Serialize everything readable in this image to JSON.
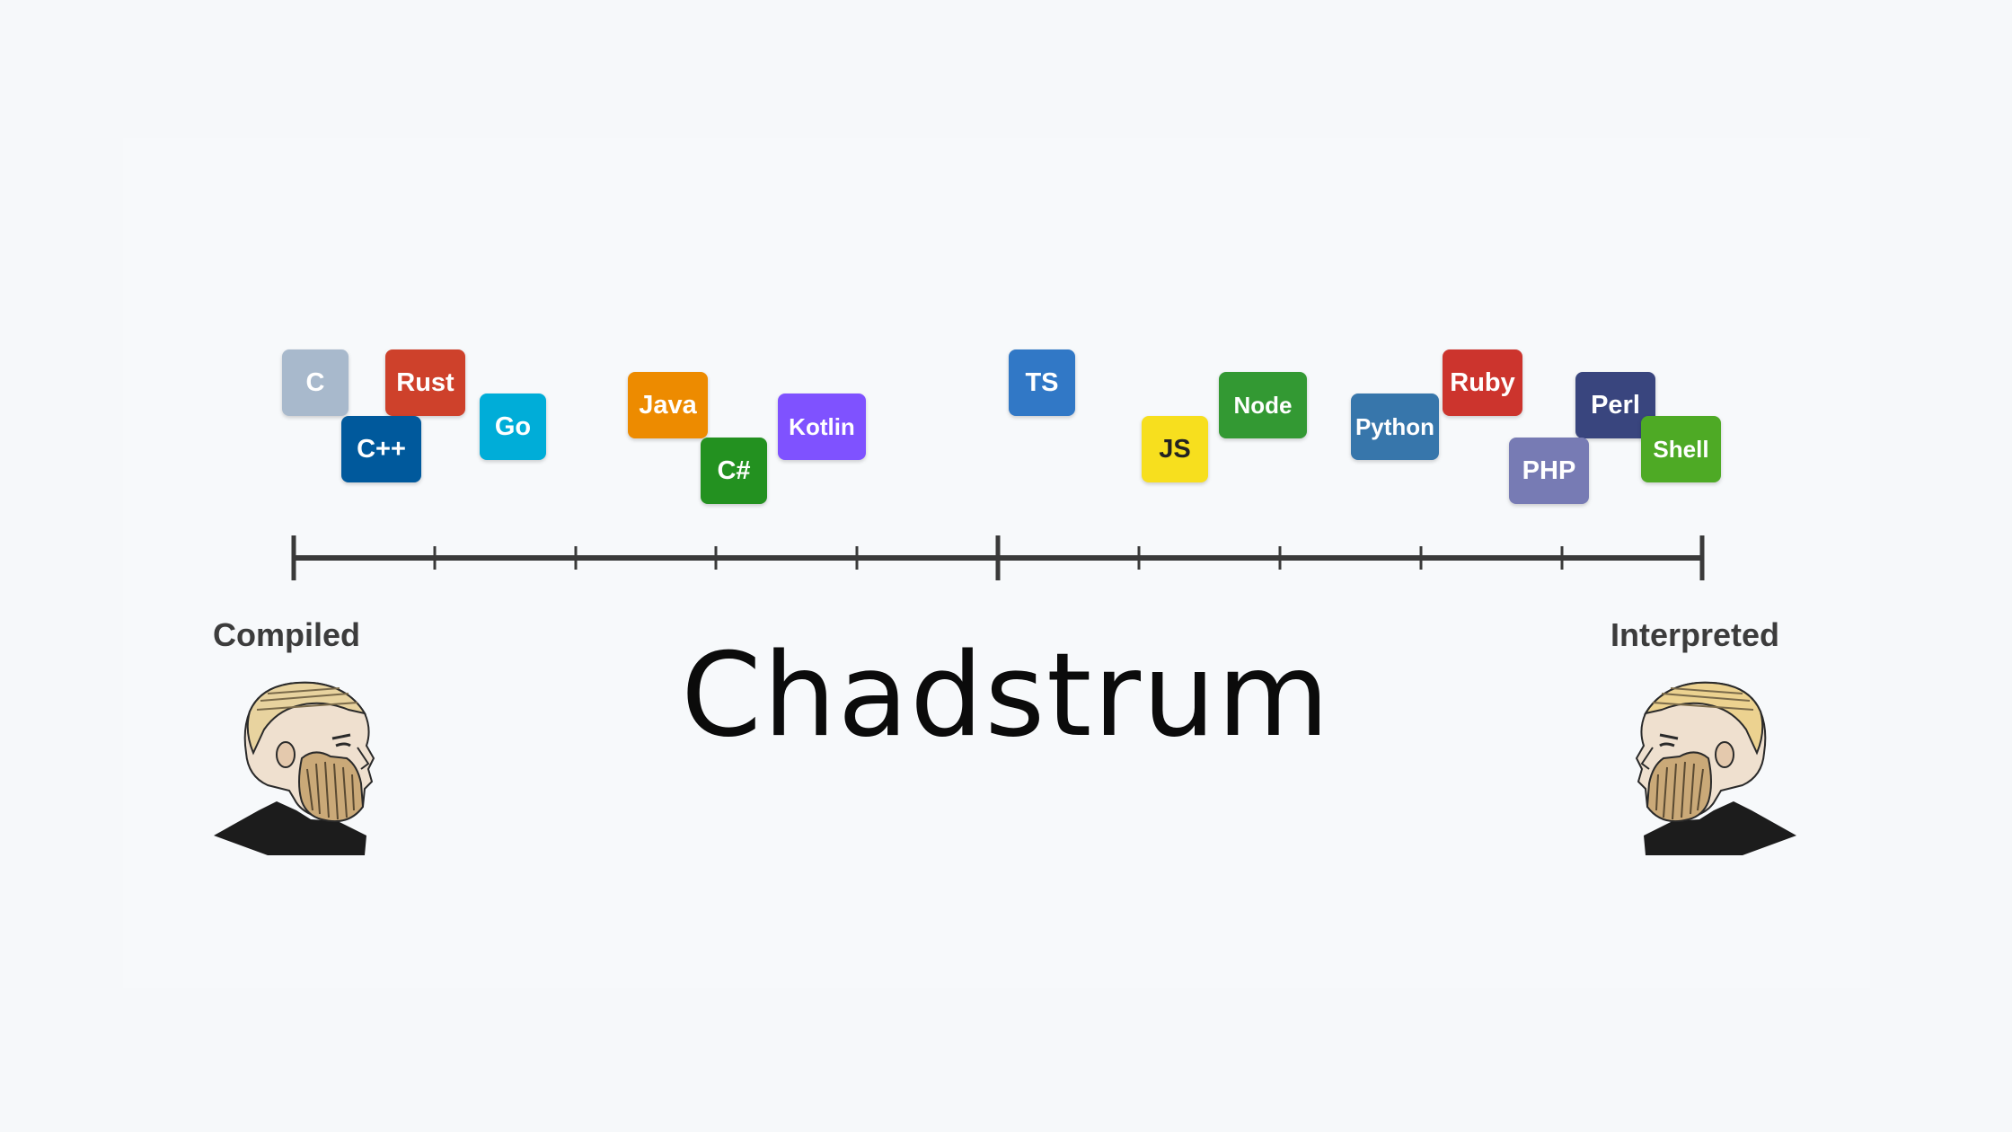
{
  "title": "Chadstrum",
  "axis": {
    "left_label": "Compiled",
    "right_label": "Interpreted"
  },
  "languages": [
    {
      "label": "C",
      "color": "#a8b9cc"
    },
    {
      "label": "Rust",
      "color": "#ce412b"
    },
    {
      "label": "C++",
      "color": "#00599c"
    },
    {
      "label": "Go",
      "color": "#00add8"
    },
    {
      "label": "Java",
      "color": "#ed8b00"
    },
    {
      "label": "C#",
      "color": "#239120"
    },
    {
      "label": "Kotlin",
      "color": "#7f52ff"
    },
    {
      "label": "TS",
      "color": "#3178c6"
    },
    {
      "label": "JS",
      "color": "#f7df1e"
    },
    {
      "label": "Node",
      "color": "#339933"
    },
    {
      "label": "Python",
      "color": "#3776ab"
    },
    {
      "label": "Ruby",
      "color": "#cc342d"
    },
    {
      "label": "Perl",
      "color": "#39457e"
    },
    {
      "label": "PHP",
      "color": "#777bb4"
    },
    {
      "label": "Shell",
      "color": "#4eaa25"
    }
  ],
  "colors": {
    "axis_line": "#3a3a3a",
    "label_text": "#3c3c3c",
    "js_text": "#222222"
  },
  "icons": {
    "left": "chad-face-icon",
    "right": "chad-face-icon"
  }
}
